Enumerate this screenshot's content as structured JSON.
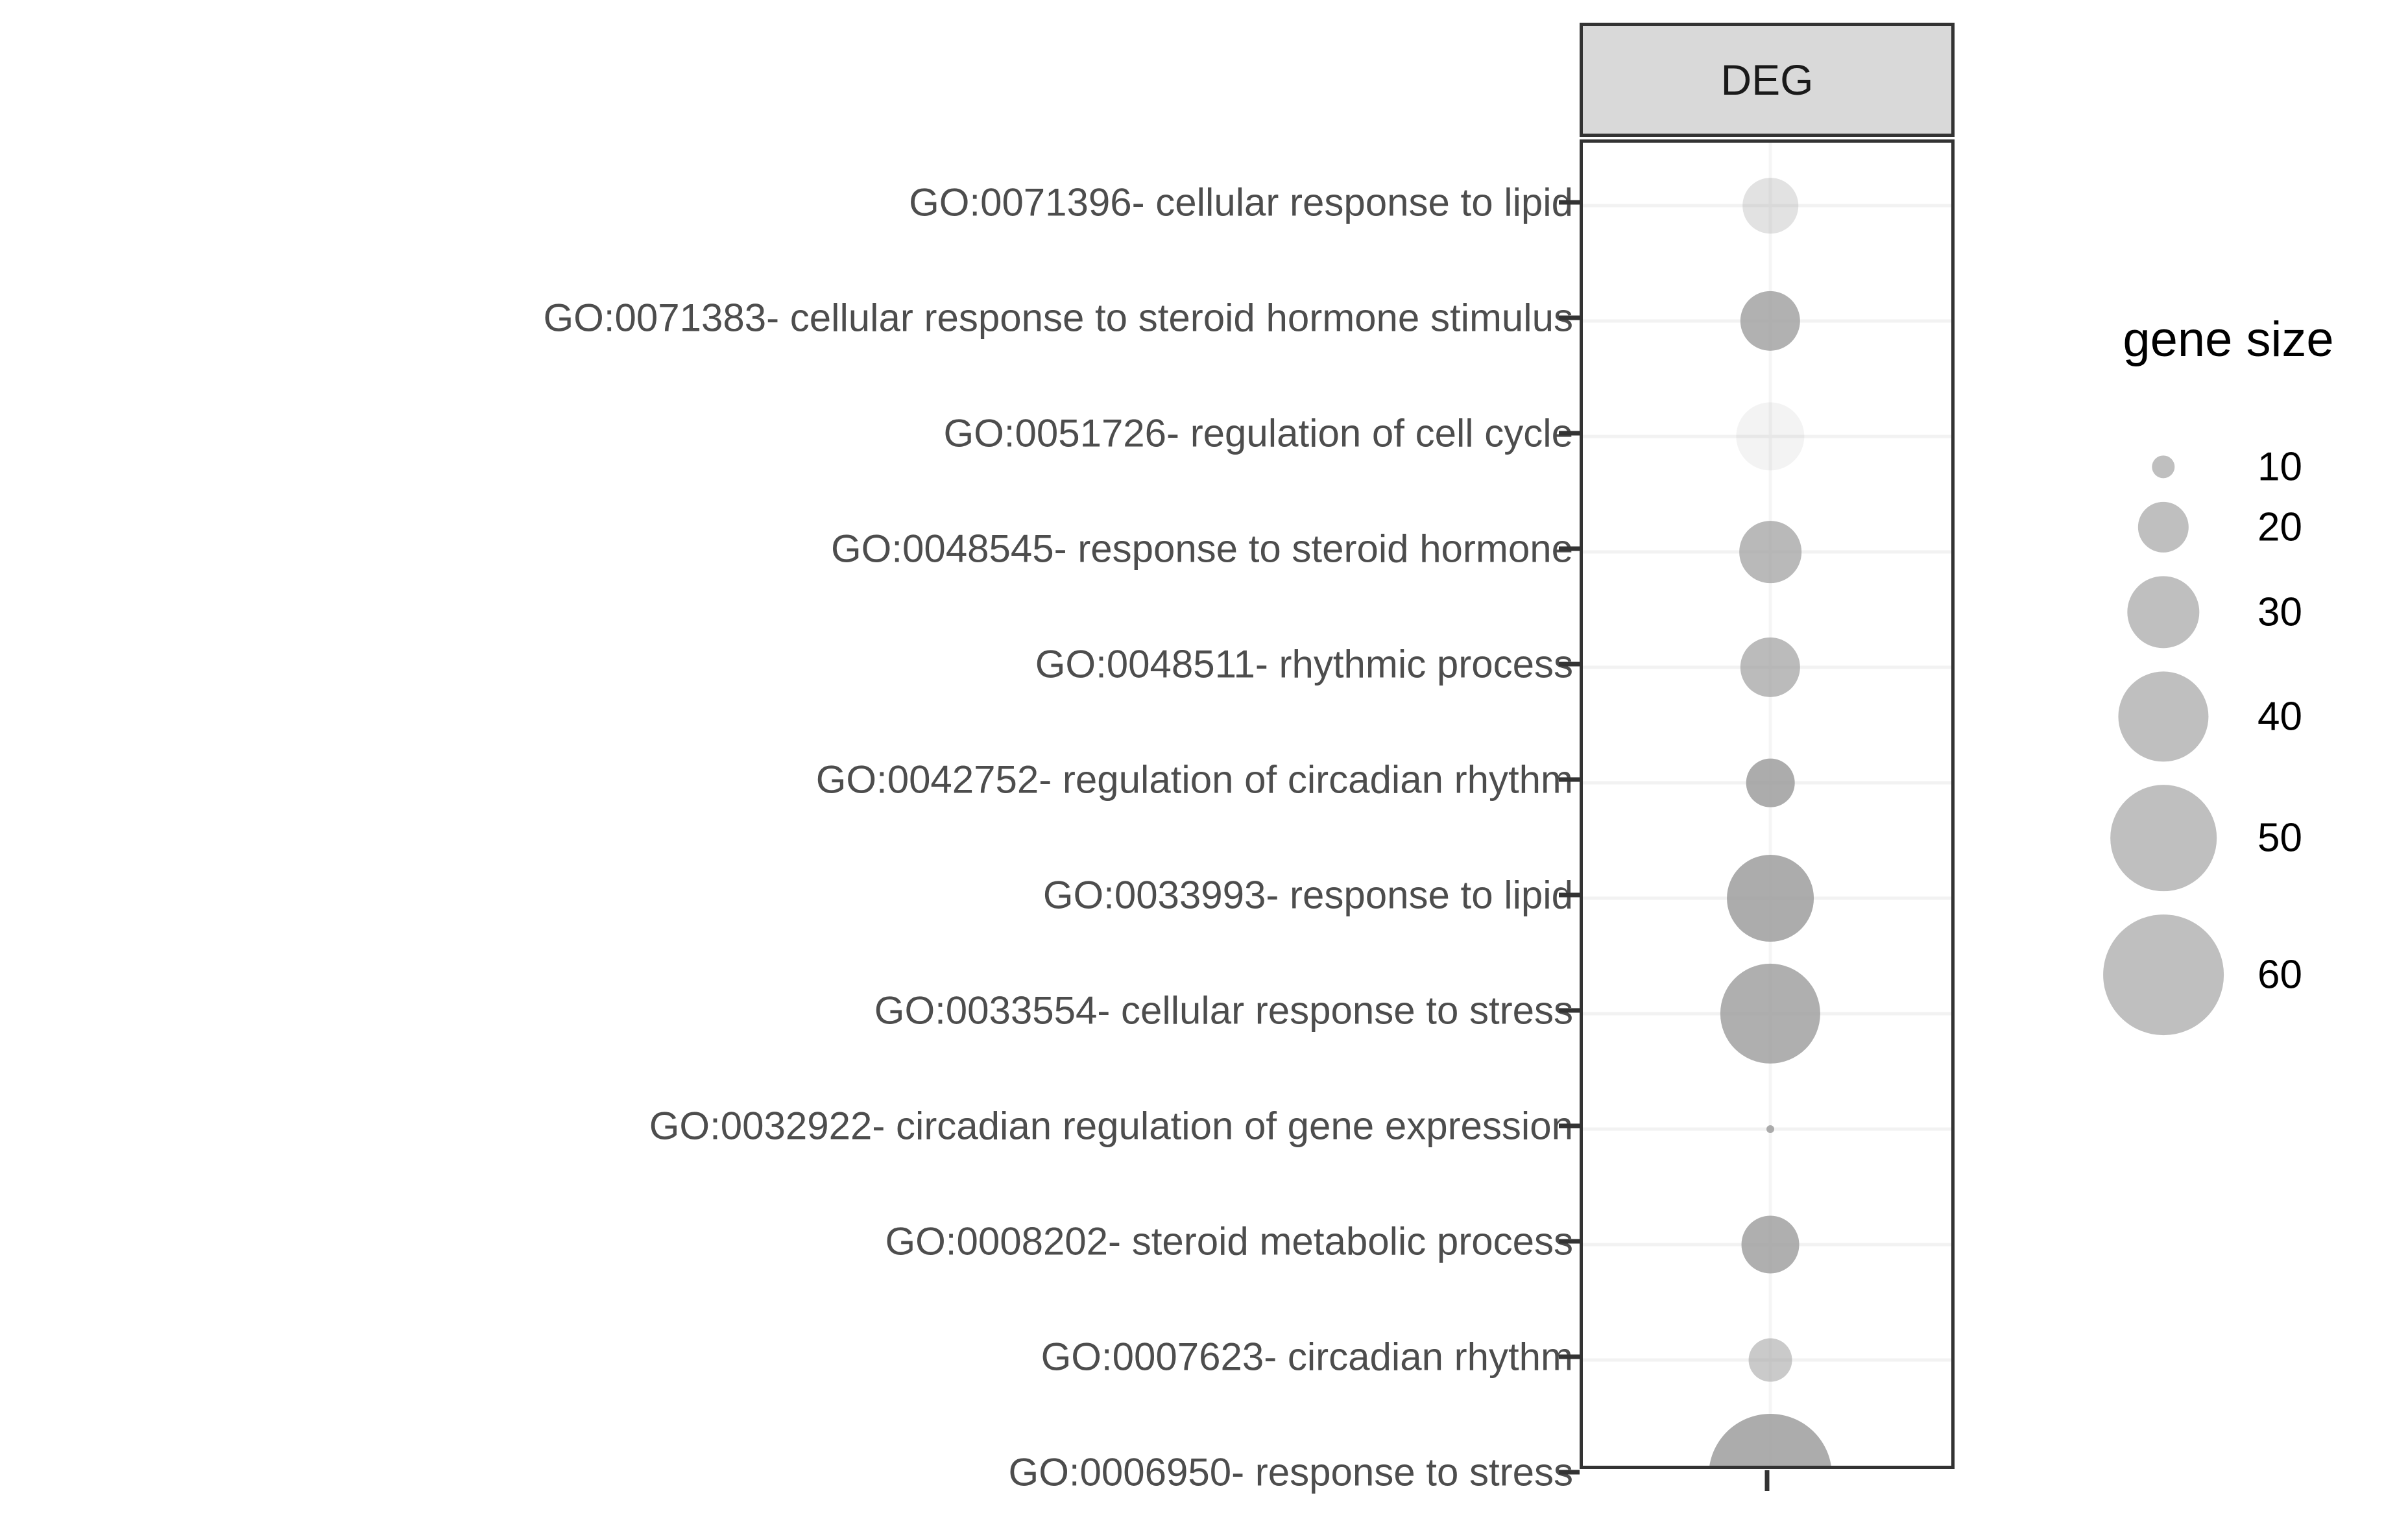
{
  "chart_data": {
    "type": "scatter",
    "title": "",
    "subtitle": "",
    "xlabel": "",
    "ylabel": "",
    "panel_label": "DEG",
    "grid": true,
    "legend_position": "right",
    "legend": {
      "title": "gene size",
      "entries": [
        {
          "label": "10",
          "value": 10
        },
        {
          "label": "20",
          "value": 20
        },
        {
          "label": "30",
          "value": 30
        },
        {
          "label": "40",
          "value": 40
        },
        {
          "label": "50",
          "value": 50
        },
        {
          "label": "60",
          "value": 60
        }
      ]
    },
    "categories": [
      "GO:0071396- cellular response to lipid",
      "GO:0071383- cellular response to steroid hormone stimulus",
      "GO:0051726- regulation of cell cycle",
      "GO:0048545- response to steroid hormone",
      "GO:0048511- rhythmic process",
      "GO:0042752- regulation of circadian rhythm",
      "GO:0033993- response to lipid",
      "GO:0033554- cellular response to stress",
      "GO:0032922- circadian regulation of gene expression",
      "GO:0008202- steroid metabolic process",
      "GO:0007623- circadian rhythm",
      "GO:0006950- response to stress"
    ],
    "series": [
      {
        "name": "DEG",
        "size_values": [
          22,
          24,
          28,
          25,
          24,
          19,
          38,
          46,
          6,
          23,
          17,
          62
        ],
        "opacity": [
          0.3,
          0.8,
          0.12,
          0.72,
          0.7,
          0.85,
          0.85,
          0.82,
          0.85,
          0.82,
          0.55,
          0.85
        ]
      }
    ],
    "colors": {
      "bubble": "#9e9e9e",
      "legend_key": "#bfbfbf",
      "strip_background": "#d9d9d9",
      "panel_border": "#333333",
      "gridline": "#f2f2f2",
      "axis_text": "#4d4d4d",
      "legend_text": "#000000"
    }
  }
}
